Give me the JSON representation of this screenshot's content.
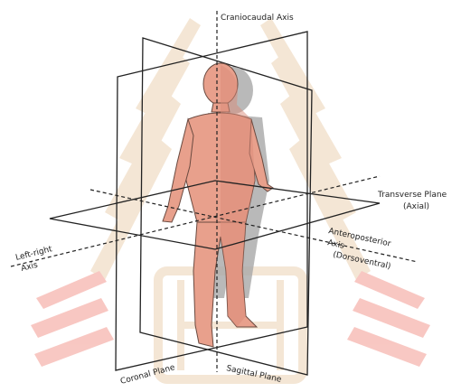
{
  "diagram": {
    "labels": {
      "craniocaudal_axis": "Craniocaudal Axis",
      "transverse_plane": "Transverse Plane",
      "transverse_plane_sub": "(Axial)",
      "left_right_axis_1": "Left-right",
      "left_right_axis_2": "Axis",
      "anteroposterior_axis_1": "Anteroposterior",
      "anteroposterior_axis_2": "Axis",
      "anteroposterior_axis_3": "(Dorsoventral)",
      "coronal_plane": "Coronal Plane",
      "sagittal_plane": "Sagittal Plane"
    },
    "colors": {
      "plane_line": "#222222",
      "body_skin": "#e8a08c",
      "body_shadow": "#9a9a9a",
      "watermark": "#e8c5a0",
      "watermark_red": "#f07a74"
    }
  }
}
